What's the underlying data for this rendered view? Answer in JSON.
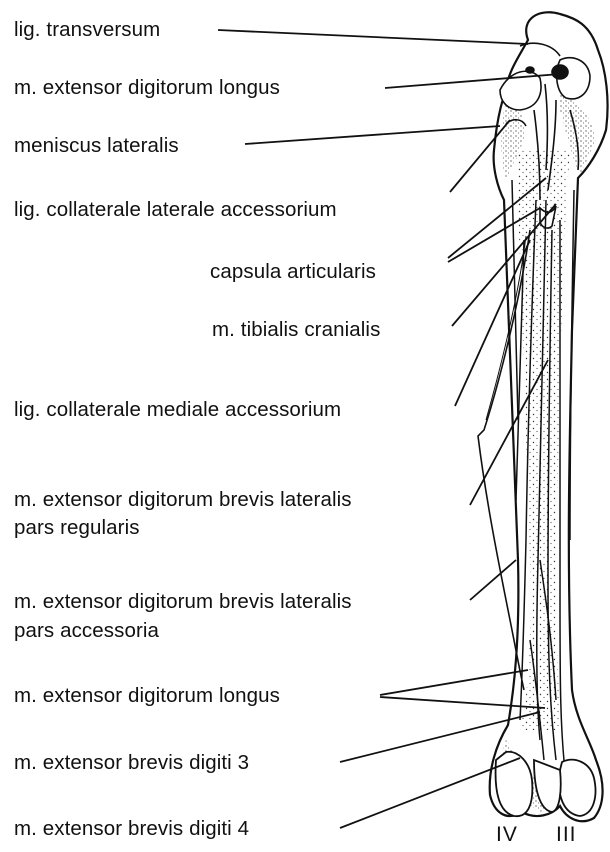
{
  "labels": {
    "lig_transversum": "lig. transversum",
    "m_ext_dig_longus_top": "m. extensor digitorum longus",
    "meniscus_lateralis": "meniscus lateralis",
    "lig_coll_lat_acc": "lig. collaterale laterale accessorium",
    "capsula_articularis": "capsula articularis",
    "m_tibialis_cranialis": "m. tibialis cranialis",
    "lig_coll_med_acc": "lig. collaterale mediale accessorium",
    "m_edb_lat_reg_1": "m. extensor digitorum brevis lateralis",
    "m_edb_lat_reg_2": "pars regularis",
    "m_edb_lat_acc_1": "m. extensor digitorum brevis lateralis",
    "m_edb_lat_acc_2": "pars accessoria",
    "m_ext_dig_longus_bottom": "m. extensor digitorum longus",
    "m_ext_brevis_digiti_3": "m. extensor brevis digiti 3",
    "m_ext_brevis_digiti_4": "m. extensor brevis digiti 4"
  },
  "digits": {
    "iv": "IV",
    "iii": "III"
  },
  "colors": {
    "ink": "#111111",
    "background": "#ffffff"
  }
}
